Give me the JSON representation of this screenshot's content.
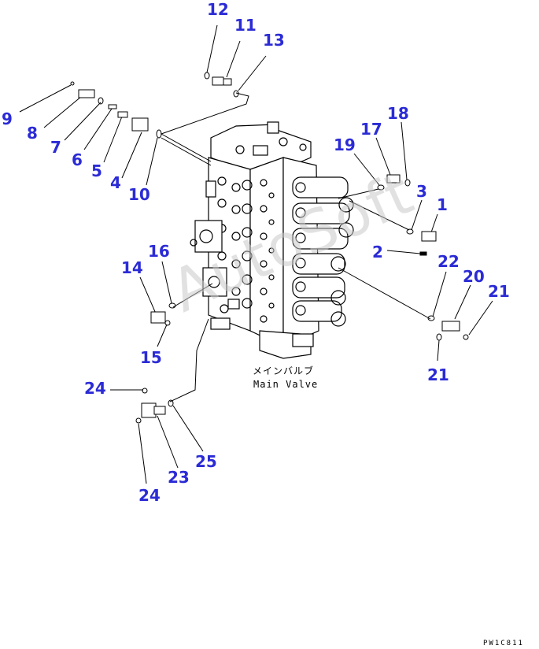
{
  "caption": {
    "japanese": "メインバルブ",
    "english": "Main Valve"
  },
  "watermark": "AutoSoft",
  "figure_code": "PW1C811",
  "colors": {
    "callout": "#2b2bd6",
    "line": "#000000",
    "watermark": "#c9c9c9"
  },
  "callouts": [
    "12",
    "11",
    "13",
    "9",
    "8",
    "7",
    "6",
    "5",
    "4",
    "10",
    "19",
    "17",
    "18",
    "3",
    "1",
    "2",
    "16",
    "14",
    "15",
    "22",
    "20",
    "21",
    "21",
    "24",
    "23",
    "25",
    "24"
  ]
}
